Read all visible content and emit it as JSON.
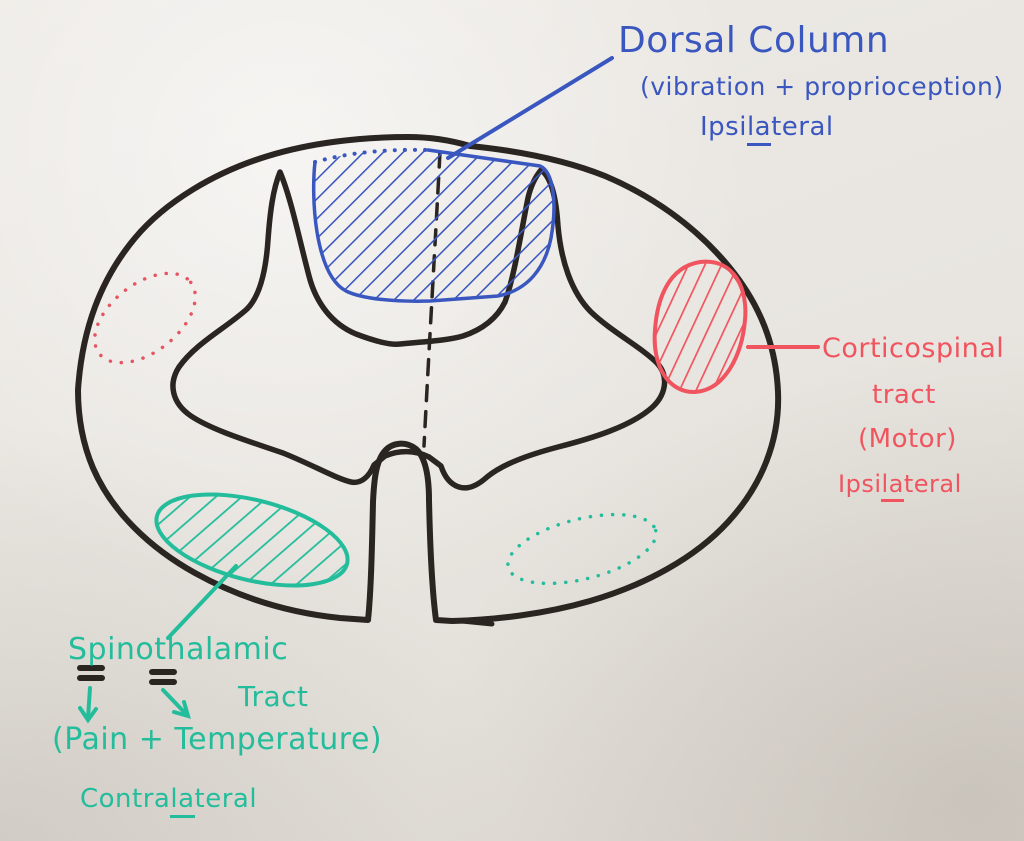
{
  "palette": {
    "ink": "#2b2522",
    "blue": "#3a57c0",
    "red": "#f0545f",
    "teal": "#23bd9c"
  },
  "labels": {
    "dorsal_column": {
      "title": "Dorsal Column",
      "detail": "(vibration + proprioception)",
      "laterality": {
        "pre": "Ipsi",
        "underlined": "la",
        "post": "teral"
      }
    },
    "corticospinal": {
      "title": "Corticospinal",
      "line2": "tract",
      "detail": "(Motor)",
      "laterality": {
        "pre": "Ipsi",
        "underlined": "la",
        "post": "teral"
      }
    },
    "spinothalamic": {
      "title": "Spinothalamic",
      "line2": "Tract",
      "detail": "(Pain + Temperature)",
      "laterality": {
        "pre": "Contra",
        "underlined": "la",
        "post": "teral"
      }
    }
  }
}
